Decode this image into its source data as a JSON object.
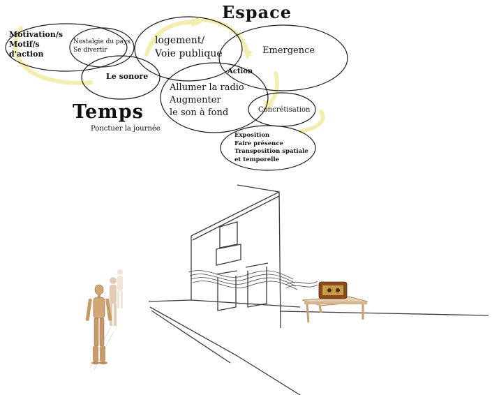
{
  "titles": {
    "space": "Espace",
    "time": "Temps"
  },
  "nodes": {
    "motivation": [
      "Motivation/s",
      "Motif/s",
      "d'action"
    ],
    "nostalgia": [
      "Nostalgie du pays",
      "Se divertir"
    ],
    "sonore": "Le sonore",
    "logement": [
      "logement/",
      "Voie publique"
    ],
    "emergence": "Emergence",
    "action": "Action",
    "radio": [
      "Allumer la radio",
      "Augmenter",
      "le son à fond"
    ],
    "concretisation": "Concrétisation",
    "exposition": [
      "Exposition",
      "Faire présence",
      "Transposition spatiale",
      "et temporelle"
    ],
    "ponctuer": "Ponctuer la journée"
  },
  "colors": {
    "ink": "#111111",
    "flow_arrow": "#f3eeb0",
    "wood": "#c89a6a",
    "table": "#e8cfb0",
    "radio": "#8a4b1e"
  },
  "icons": {
    "figure": "wooden-mannequin-icon",
    "radio": "vintage-radio-icon",
    "table": "side-table-icon"
  }
}
